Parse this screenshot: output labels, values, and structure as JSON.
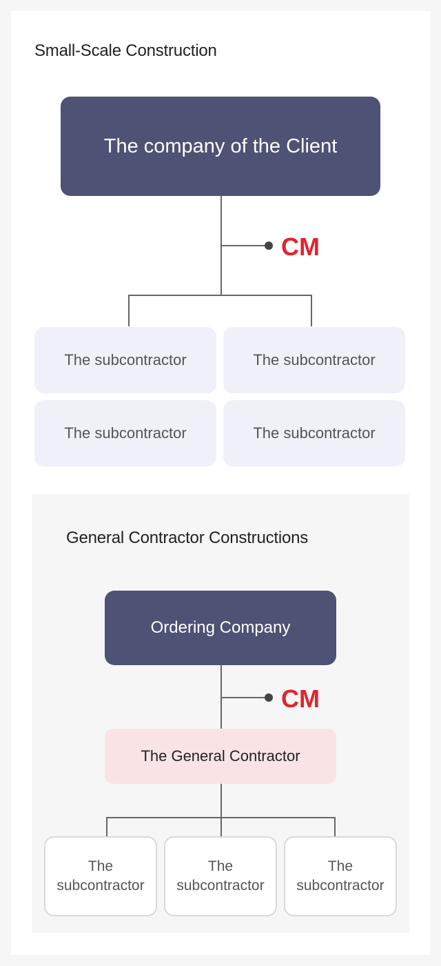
{
  "small_scale": {
    "title": "Small-Scale Construction",
    "client_box": "The company of the Client",
    "cm_label": "CM",
    "subcontractors": [
      "The subcontractor",
      "The subcontractor",
      "The subcontractor",
      "The subcontractor"
    ]
  },
  "general": {
    "title": "General Contractor Constructions",
    "ordering_box": "Ordering Company",
    "cm_label": "CM",
    "general_contractor_box": "The General Contractor",
    "subcontractors": [
      {
        "line1": "The",
        "line2": "subcontractor"
      },
      {
        "line1": "The",
        "line2": "subcontractor"
      },
      {
        "line1": "The",
        "line2": "subcontractor"
      }
    ]
  },
  "colors": {
    "dark_box": "#4e5275",
    "light_box": "#eff0f8",
    "pink_box": "#f9e3e5",
    "cm_red": "#e0242e",
    "panel_gray": "#f6f6f6"
  }
}
